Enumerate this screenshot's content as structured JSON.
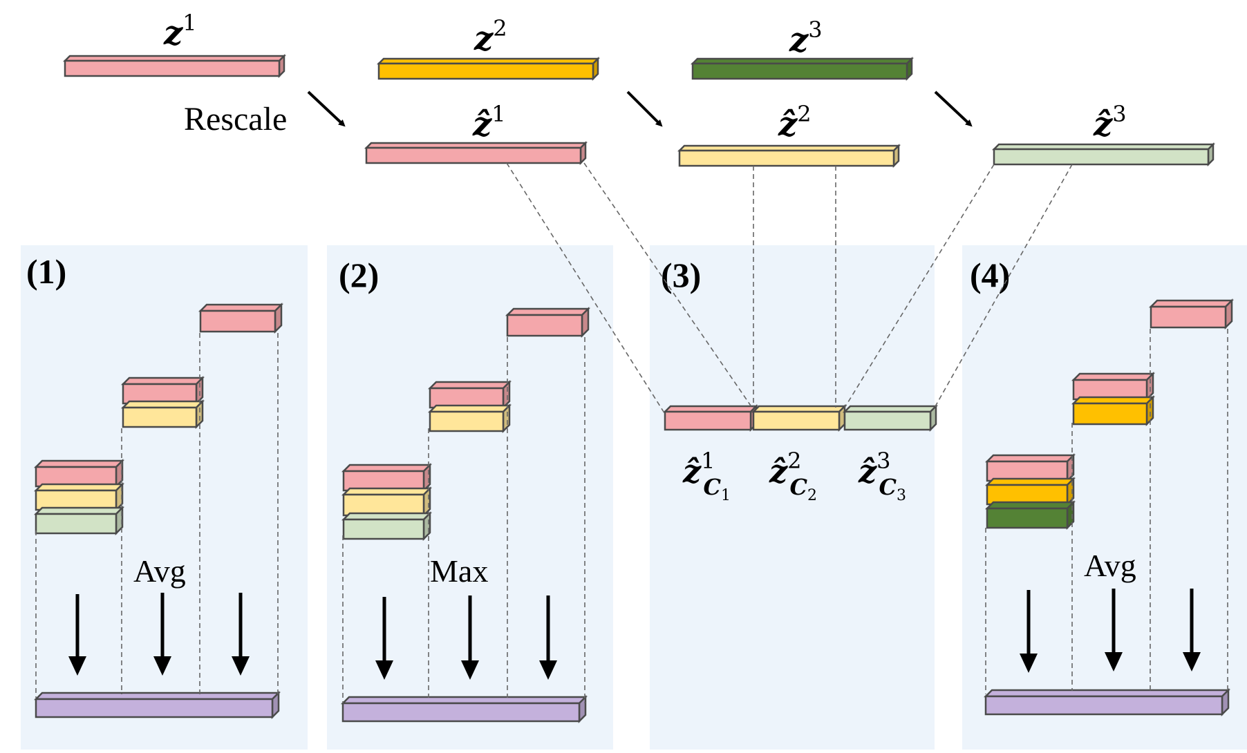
{
  "colors": {
    "panel_bg": "#edf4fb",
    "pink": "#f4a7ab",
    "gold": "#ffc000",
    "dark_green": "#548235",
    "light_yellow": "#ffe69a",
    "light_green": "#d2e3c6",
    "lavender": "#c4b1dc",
    "edge": "#4a4a4a",
    "dash": "#666666",
    "arrow": "#000000"
  },
  "top": {
    "vector_labels": [
      {
        "base": "z",
        "sup": "1"
      },
      {
        "base": "z",
        "sup": "2"
      },
      {
        "base": "z",
        "sup": "3"
      }
    ],
    "rescale_label": "Rescale",
    "rescaled_labels": [
      {
        "base": "ẑ",
        "sup": "1"
      },
      {
        "base": "ẑ",
        "sup": "2"
      },
      {
        "base": "ẑ",
        "sup": "3"
      }
    ]
  },
  "panels": [
    {
      "label": "(1)",
      "op": "Avg"
    },
    {
      "label": "(2)",
      "op": "Max"
    },
    {
      "label": "(3)",
      "op": ""
    },
    {
      "label": "(4)",
      "op": "Avg"
    }
  ],
  "concat_labels": [
    {
      "base": "ẑ",
      "sup": "1",
      "sub_base": "C",
      "sub_index": "1"
    },
    {
      "base": "ẑ",
      "sup": "2",
      "sub_base": "C",
      "sub_index": "2"
    },
    {
      "base": "ẑ",
      "sup": "3",
      "sub_base": "C",
      "sub_index": "3"
    }
  ]
}
